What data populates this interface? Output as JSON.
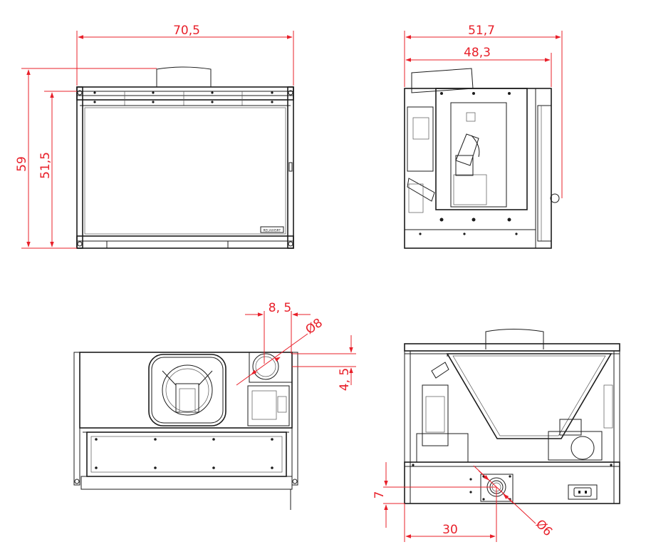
{
  "drawing": {
    "accent_color": "#e8202a",
    "line_color": "#1c1c1c",
    "front_view": {
      "width_label": "70,5",
      "total_height_label": "59",
      "body_height_label": "51,5",
      "nameplate_text": "RELAXXSRT"
    },
    "side_view": {
      "overall_depth_label": "51,7",
      "body_depth_label": "48,3"
    },
    "top_view": {
      "duct_offset_label": "8, 5",
      "duct_diameter_label": "Ø8",
      "duct_depth_label": "4, 5"
    },
    "rear_view": {
      "inlet_height_label": "7",
      "inlet_offset_label": "30",
      "inlet_diameter_label": "Ø6"
    }
  }
}
